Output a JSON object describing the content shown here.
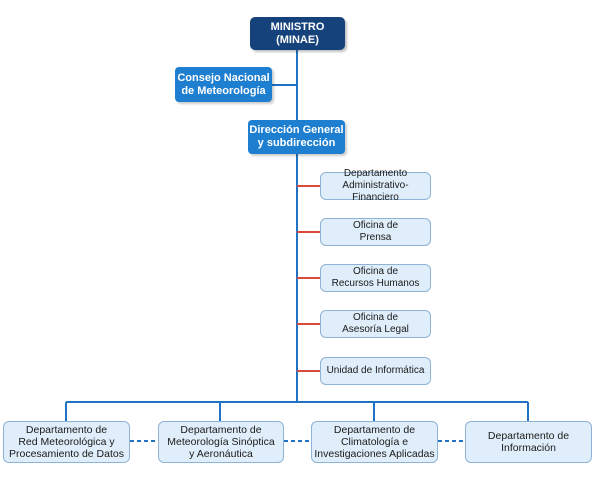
{
  "colors": {
    "top_box": "#15427a",
    "secondary_box": "#1e7fd0",
    "light_box": "#dfeefa",
    "connector": "#1f72c4",
    "staff_connector": "#d84a3a"
  },
  "ministro": "MINISTRO\n(MINAE)",
  "consejo": "Consejo Nacional\nde Meteorología",
  "direccion": "Dirección General\ny subdirección",
  "staff_units": [
    "Departamento\nAdministrativo-Financiero",
    "Oficina de\nPrensa",
    "Oficina de\nRecursos Humanos",
    "Oficina de\nAsesoría Legal",
    "Unidad de Informática"
  ],
  "departments": [
    "Departamento de\nRed Meteorológica y\nProcesamiento de Datos",
    "Departamento de\nMeteorología Sinóptica\ny Aeronáutica",
    "Departamento de\nClimatología e\nInvestigaciones Aplicadas",
    "Departamento de\nInformación"
  ]
}
